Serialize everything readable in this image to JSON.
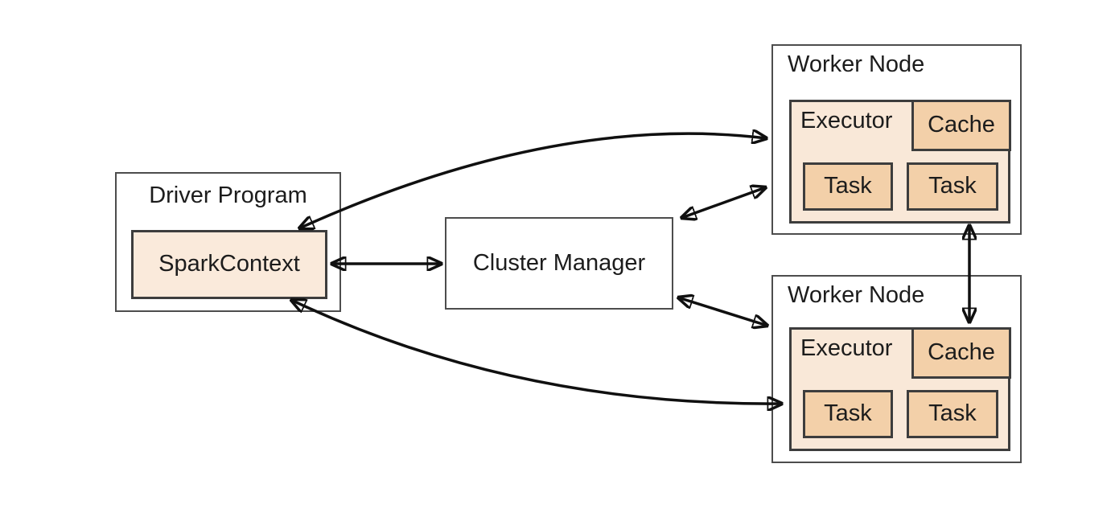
{
  "diagram": {
    "nodes": {
      "driver_program": {
        "label": "Driver Program",
        "sparkcontext_label": "SparkContext"
      },
      "cluster_manager": {
        "label": "Cluster Manager"
      },
      "worker_node_top": {
        "label": "Worker Node",
        "executor_label": "Executor",
        "cache_label": "Cache",
        "task_labels": [
          "Task",
          "Task"
        ]
      },
      "worker_node_bottom": {
        "label": "Worker Node",
        "executor_label": "Executor",
        "cache_label": "Cache",
        "task_labels": [
          "Task",
          "Task"
        ]
      }
    },
    "edges": [
      {
        "from": "SparkContext",
        "to": "Cluster Manager",
        "direction": "bidirectional",
        "style": "straight"
      },
      {
        "from": "Cluster Manager",
        "to": "Worker Node (top)",
        "direction": "bidirectional",
        "style": "straight"
      },
      {
        "from": "Cluster Manager",
        "to": "Worker Node (bottom)",
        "direction": "bidirectional",
        "style": "straight"
      },
      {
        "from": "SparkContext",
        "to": "Worker Node (top) Executor",
        "direction": "bidirectional",
        "style": "curved"
      },
      {
        "from": "SparkContext",
        "to": "Worker Node (bottom) Executor",
        "direction": "bidirectional",
        "style": "curved"
      },
      {
        "from": "Worker Node (top) Executor",
        "to": "Worker Node (bottom) Cache",
        "direction": "bidirectional",
        "style": "straight"
      }
    ],
    "colors": {
      "background": "#ffffff",
      "outer_box_fill": "#ffffff",
      "outer_box_border": "#4d4d4d",
      "inner_box_border": "#3d3d3d",
      "executor_fill": "#f9e8d8",
      "sparkcontext_fill": "#faeadb",
      "cache_task_fill": "#f3d0a9",
      "arrow_color": "#101010",
      "text_color": "#1c1c1c"
    }
  }
}
